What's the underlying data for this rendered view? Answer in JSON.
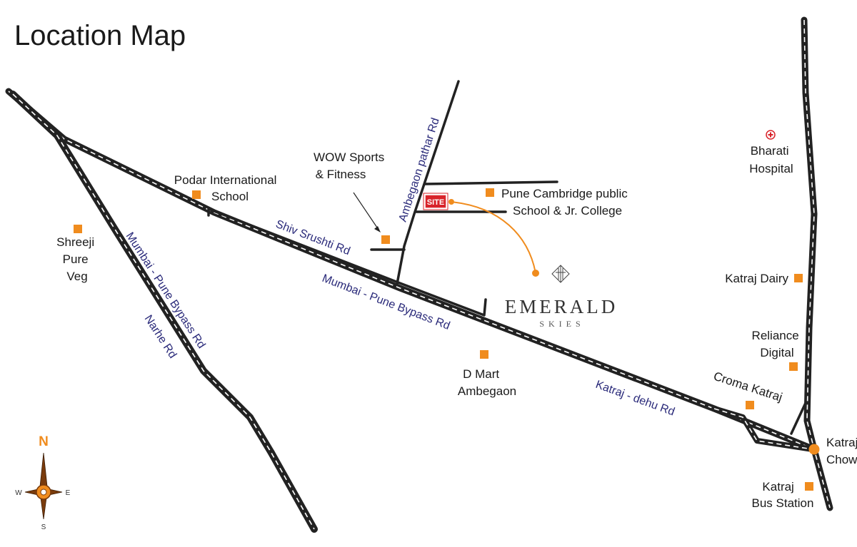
{
  "title": "Location Map",
  "colors": {
    "accent": "#f08c1e",
    "road": "#222222",
    "site_badge": "#d8232a",
    "hospital": "#d8232a",
    "road_label": "#2a2a7a"
  },
  "roads": {
    "shiv_srushti": "Shiv Srushti Rd",
    "bypass_main": "Mumbai - Pune Bypass Rd",
    "bypass_left": "Mumbai - Pune Bypass Rd",
    "narhe": "Narhe Rd",
    "katraj_dehu": "Katraj - dehu Rd",
    "ambegaon_pathar": "Ambegaon pathar Rd"
  },
  "places": {
    "podar": [
      "Podar International",
      "School"
    ],
    "wow": [
      "WOW Sports",
      "& Fitness"
    ],
    "shreeji": [
      "Shreeji",
      "Pure",
      "Veg"
    ],
    "pune_cambridge": [
      "Pune Cambridge public",
      "School & Jr. College"
    ],
    "bharati": [
      "Bharati",
      "Hospital"
    ],
    "katraj_dairy": "Katraj Dairy",
    "reliance": [
      "Reliance",
      "Digital"
    ],
    "croma": "Croma Katraj",
    "katraj_chowk": [
      "Katraj",
      "Chowk"
    ],
    "katraj_bus": [
      "Katraj",
      "Bus Station"
    ],
    "dmart": [
      "D Mart",
      "Ambegaon"
    ]
  },
  "site_label": "SITE",
  "project": {
    "name": "EMERALD",
    "tagline": "SKIES",
    "logo_icon": "emerald-logo-icon"
  },
  "compass": {
    "north": "N",
    "south": "S",
    "east": "E",
    "west": "W"
  }
}
